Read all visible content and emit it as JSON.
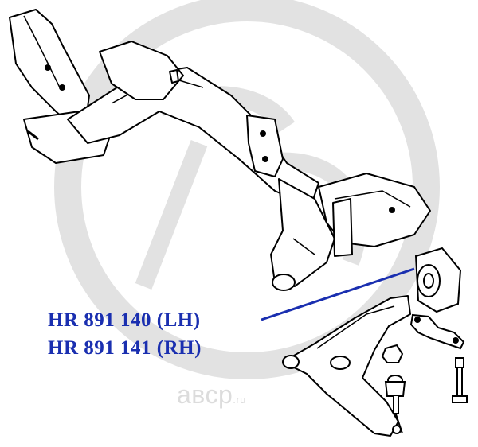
{
  "labels": {
    "part_lh": "HR 891 140 (LH)",
    "part_rh": "HR 891 141 (RH)"
  },
  "watermark": {
    "text": "aвср",
    "tld": ".ru"
  },
  "colors": {
    "label": "#1a2fb0",
    "leader_line": "#1a2fb0",
    "drawing_stroke": "#000000",
    "watermark": "#dcdcdc"
  }
}
